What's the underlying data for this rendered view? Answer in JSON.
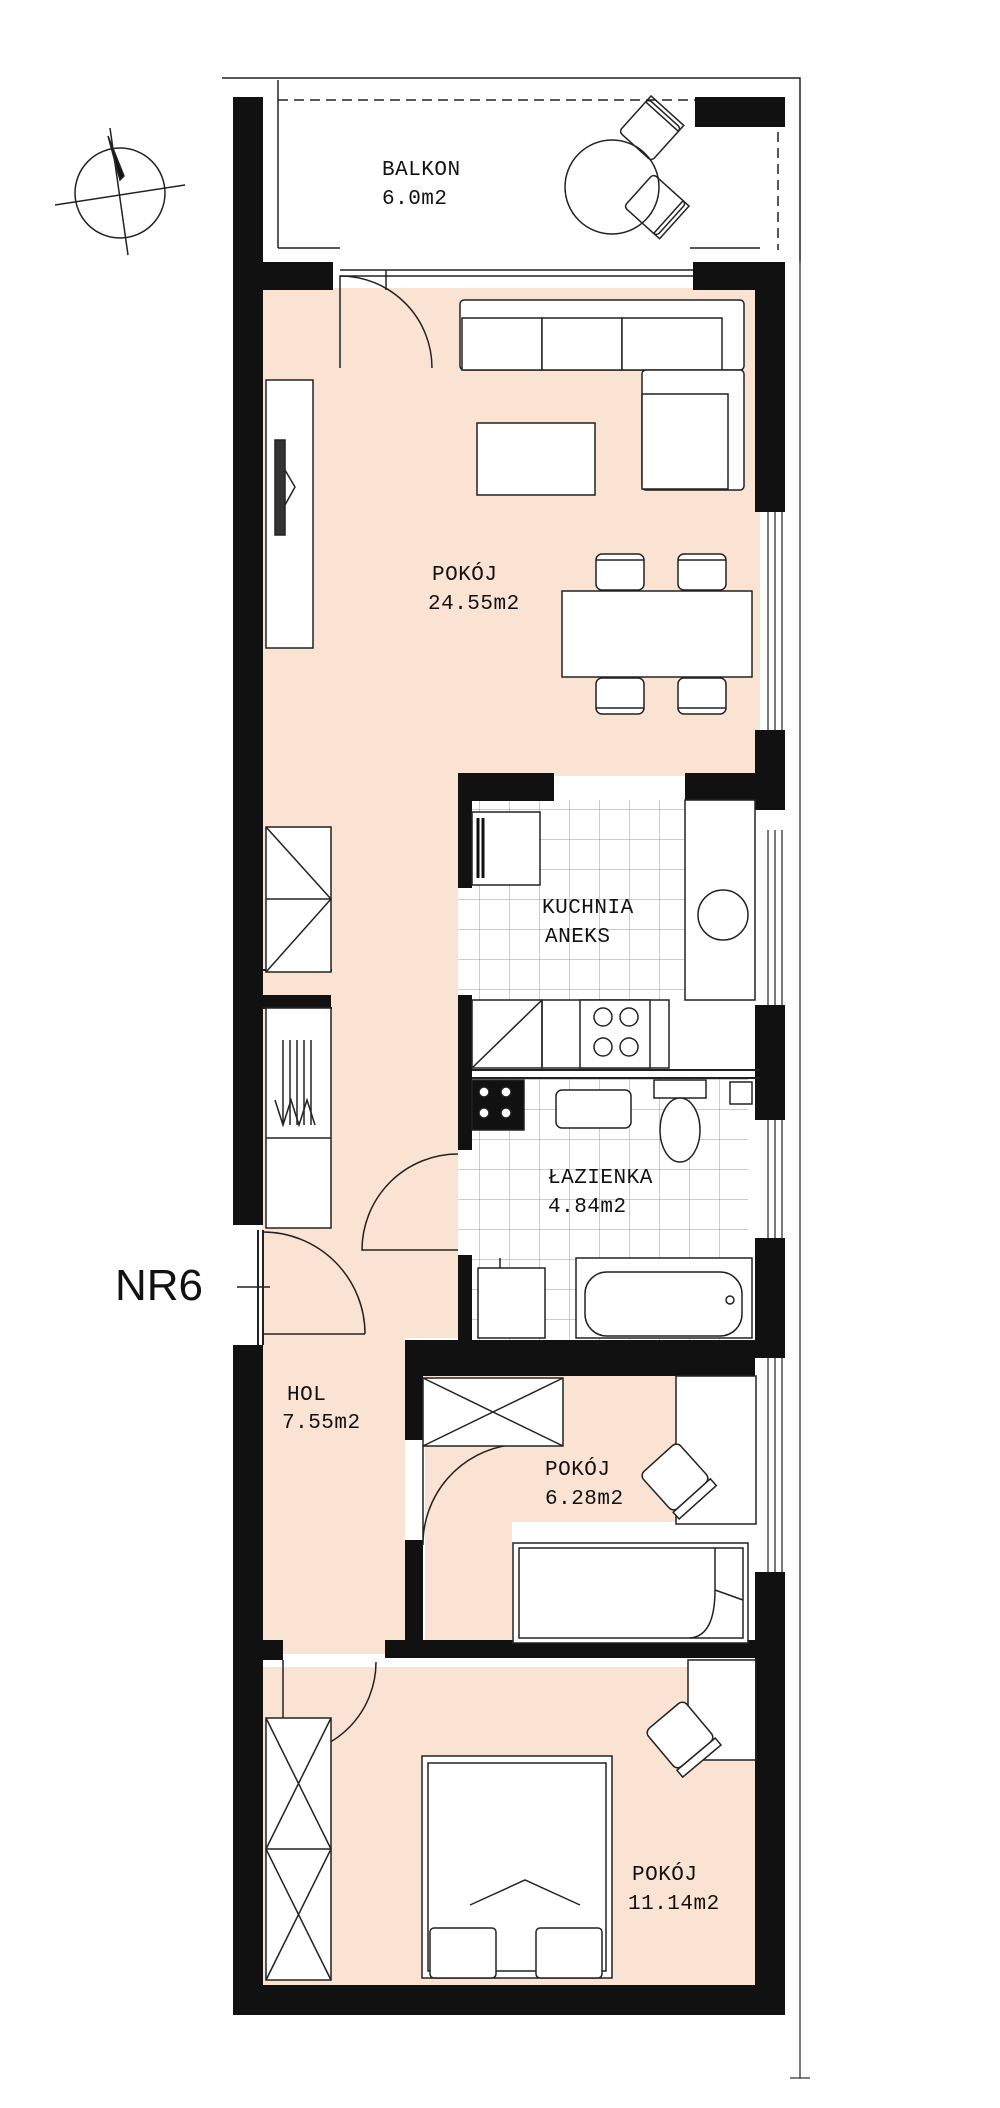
{
  "apartment_label": "NR6",
  "colors": {
    "floor": "#fbe3d4",
    "wall": "#111111",
    "line": "#222222",
    "background": "#ffffff"
  },
  "rooms": {
    "balkon": {
      "name": "BALKON",
      "area": "6.0m2"
    },
    "pokoj1": {
      "name": "POKÓJ",
      "area": "24.55m2"
    },
    "kuchnia": {
      "name": "KUCHNIA",
      "name2": "ANEKS"
    },
    "lazienka": {
      "name": "ŁAZIENKA",
      "area": "4.84m2"
    },
    "hol": {
      "name": "HOL",
      "area": "7.55m2"
    },
    "pokoj2": {
      "name": "POKÓJ",
      "area": "6.28m2"
    },
    "pokoj3": {
      "name": "POKÓJ",
      "area": "11.14m2"
    }
  },
  "icons": {
    "compass": "north-arrow-icon"
  }
}
